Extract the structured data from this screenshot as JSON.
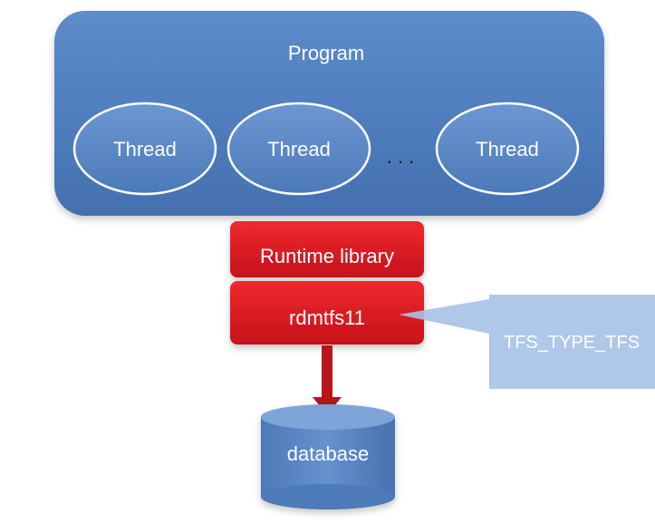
{
  "colors": {
    "program_blue": "#4f7fc0",
    "thread_blue": "#5d8bcb",
    "library_red": "#d8161c",
    "callout_blue": "#a6c1e6",
    "arrow_red": "#b7151a"
  },
  "diagram": {
    "program_label": "Program",
    "threads": [
      {
        "label": "Thread"
      },
      {
        "label": "Thread"
      },
      {
        "label": "Thread"
      }
    ],
    "ellipsis": ". . .",
    "runtime_library_label": "Runtime library",
    "rdmtfs_label": "rdmtfs11",
    "callout_label": "TFS_TYPE_TFS",
    "database_label": "database"
  }
}
